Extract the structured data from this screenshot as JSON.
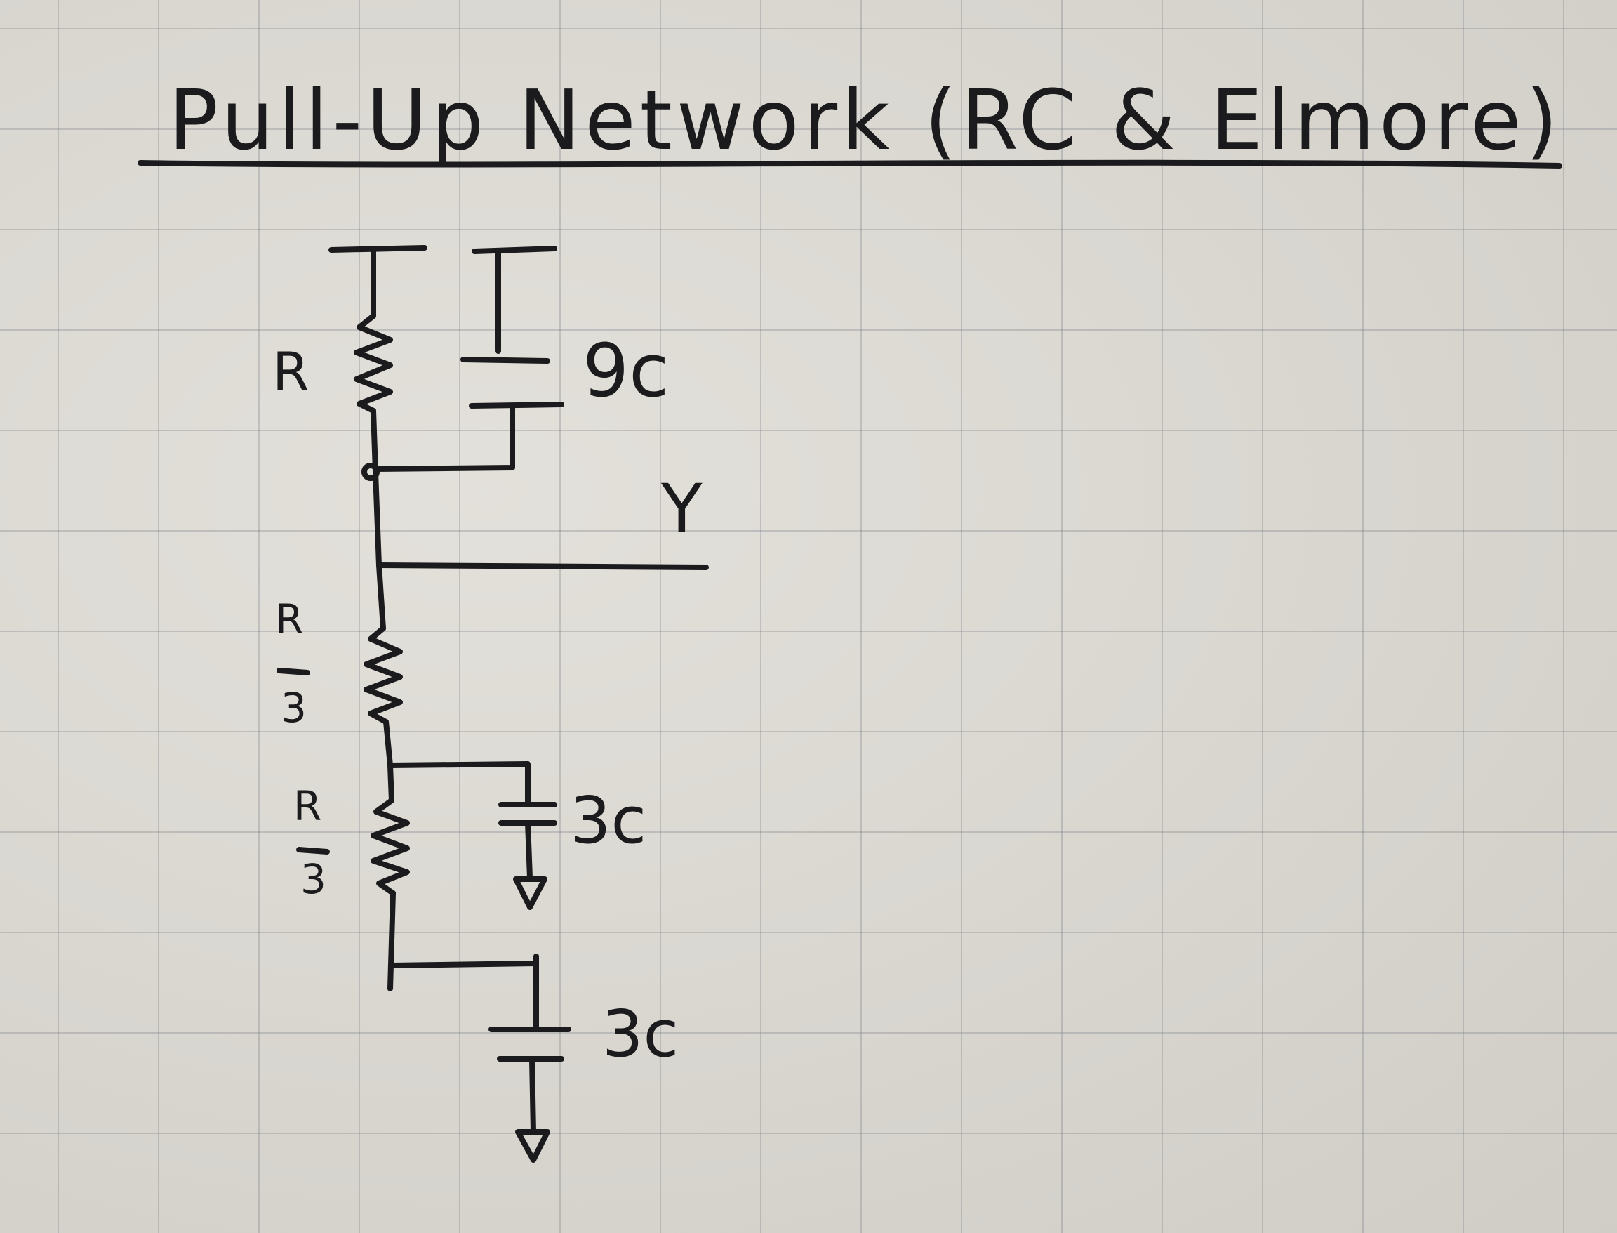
{
  "title": "Pull-Up Network (RC & Elmore)",
  "labels": {
    "r_top": "R",
    "cap_top": "9c",
    "output": "Y",
    "r_mid_num": "R",
    "r_mid_den": "3",
    "r_low_num": "R",
    "r_low_den": "3",
    "cap_mid": "3c",
    "cap_bottom": "3c"
  },
  "colors": {
    "paper": "#dddad3",
    "grid": "#8a8f99",
    "ink": "#1b1b1d"
  }
}
